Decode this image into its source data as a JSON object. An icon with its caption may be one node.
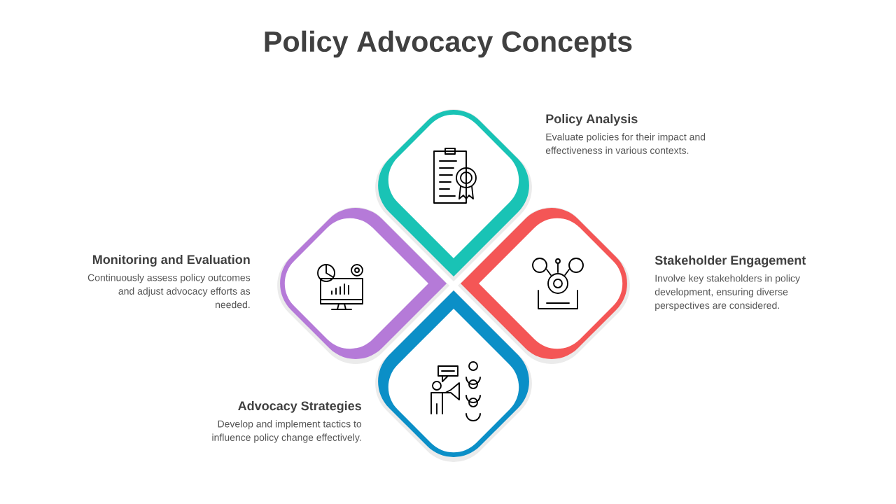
{
  "diagram": {
    "title": "Policy Advocacy Concepts",
    "nodes": [
      {
        "text": [],
        "shape": "diamond",
        "beside": [
          "Policy Analysis",
          "Evaluate policies for their impact and effectiveness in various contexts."
        ]
      },
      {
        "text": [],
        "shape": "diamond",
        "beside": [
          "Monitoring and Evaluation",
          "Continuously assess policy outcomes and adjust advocacy efforts as needed."
        ]
      },
      {
        "text": [],
        "shape": "diamond",
        "beside": [
          "Stakeholder Engagement",
          "Involve key stakeholders in policy development, ensuring diverse perspectives are considered."
        ]
      },
      {
        "text": [],
        "shape": "diamond",
        "beside": [
          "Advocacy Strategies",
          "Develop and implement tactics to influence policy change effectively."
        ]
      }
    ]
  }
}
